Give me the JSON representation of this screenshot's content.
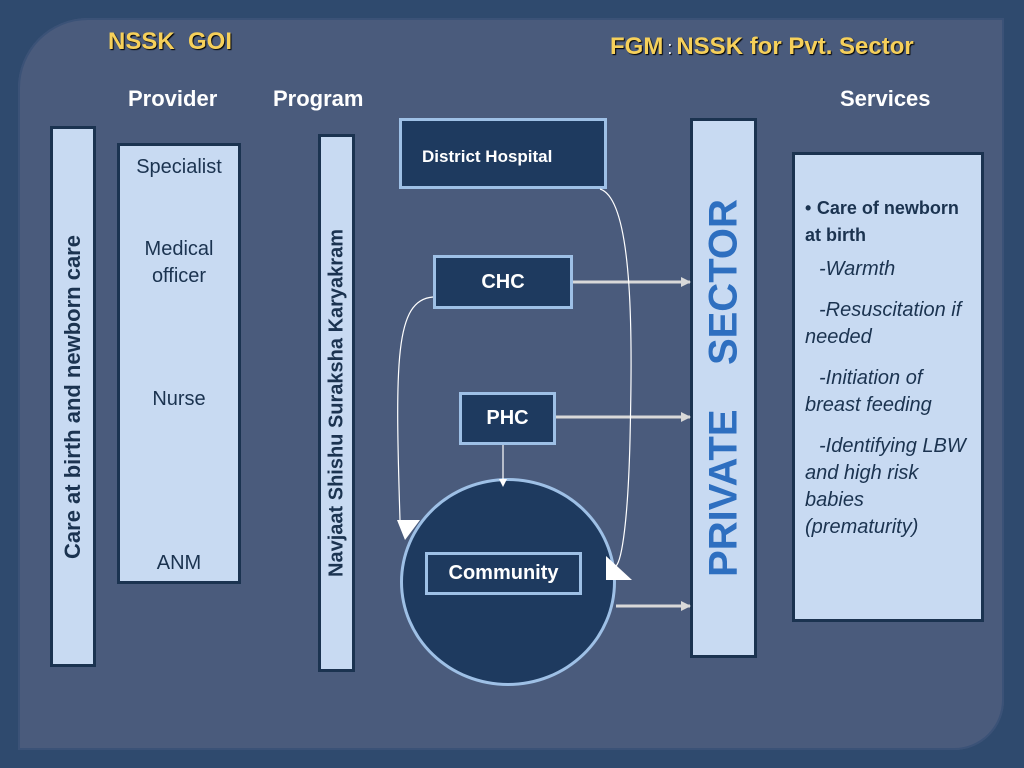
{
  "header": {
    "left_title": "NSSK  GOI",
    "right_prefix": "FGM",
    "right_separator": ":",
    "right_title": "NSSK for Pvt. Sector"
  },
  "columns": {
    "provider": "Provider",
    "program": "Program",
    "services": "Services"
  },
  "left_bar_label": "Care at birth and newborn care",
  "providers": [
    "Specialist",
    "Medical officer",
    "Nurse",
    "ANM"
  ],
  "program_label": "Navjaat Shishu Suraksha Karyakram",
  "facilities": {
    "district_hospital": "District Hospital",
    "chc": "CHC",
    "phc": "PHC",
    "community": "Community"
  },
  "private_sector_label": "PRIVATE    SECTOR",
  "services": {
    "bullet": "•",
    "heading": "Care of newborn at birth",
    "items": [
      "-Warmth",
      "-Resuscitation if  needed",
      "-Initiation of breast  feeding",
      "-Identifying LBW and high risk babies (prematurity)"
    ]
  },
  "colors": {
    "background": "#4a5b7c",
    "header_text": "#f6d05a",
    "box_light": "#c8daf2",
    "box_dark": "#1e3a5f",
    "private_text": "#2e6fc0"
  }
}
